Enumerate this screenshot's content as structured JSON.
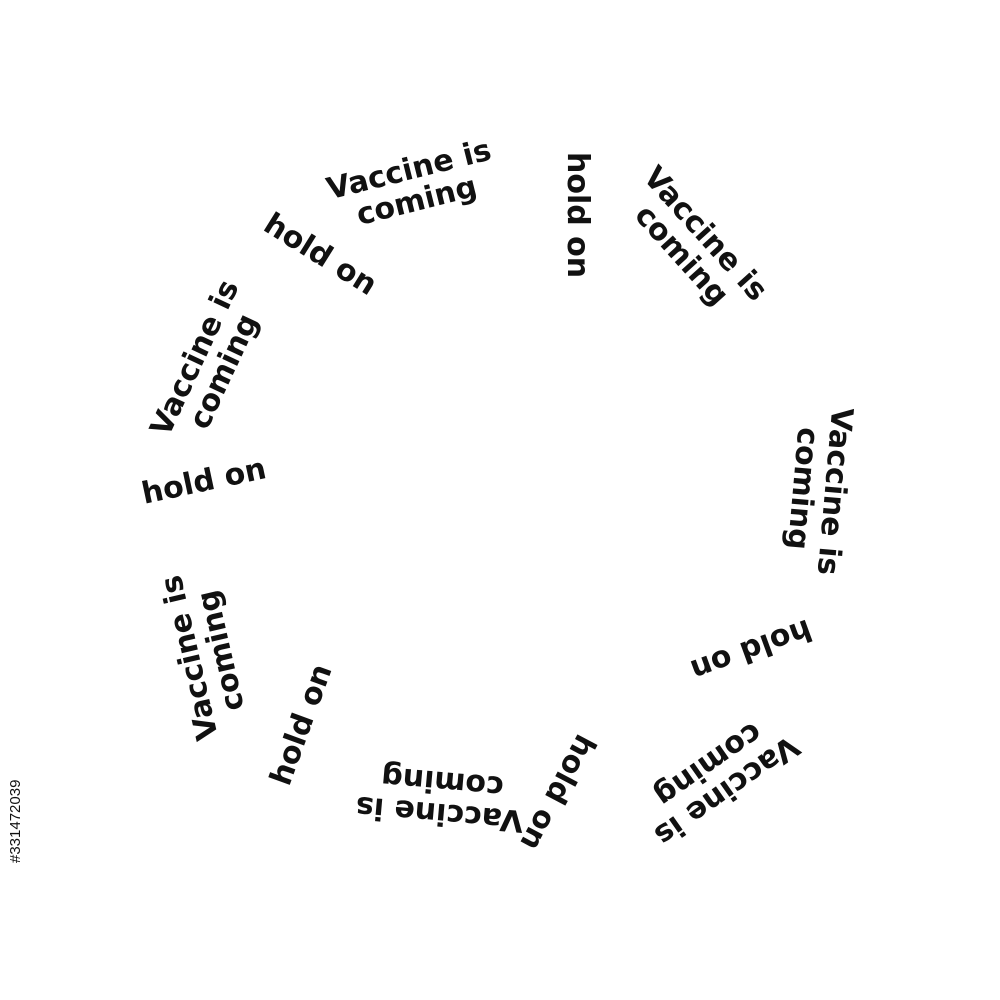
{
  "artwork": {
    "ink_color": "#111111",
    "background_color": "#ffffff",
    "phrases": [
      {
        "name": "vaccine-is-coming-1",
        "lines": [
          "Vaccine is",
          "coming"
        ]
      },
      {
        "name": "hold-on-1",
        "lines": [
          "hold on"
        ]
      },
      {
        "name": "vaccine-is-coming-2",
        "lines": [
          "Vaccine is",
          "coming"
        ]
      },
      {
        "name": "hold-on-2",
        "lines": [
          "hold on"
        ]
      },
      {
        "name": "vaccine-is-coming-3",
        "lines": [
          "Vaccine is",
          "coming"
        ]
      },
      {
        "name": "hold-on-3",
        "lines": [
          "hold on"
        ]
      },
      {
        "name": "vaccine-is-coming-4",
        "lines": [
          "Vaccine is",
          "coming"
        ]
      },
      {
        "name": "hold-on-4",
        "lines": [
          "hold on"
        ]
      },
      {
        "name": "vaccine-is-coming-5",
        "lines": [
          "Vaccine is",
          "coming"
        ]
      },
      {
        "name": "hold-on-5",
        "lines": [
          "hold on"
        ]
      },
      {
        "name": "vaccine-is-coming-6",
        "lines": [
          "Vaccine is",
          "coming"
        ]
      },
      {
        "name": "hold-on-6",
        "lines": [
          "hold on"
        ]
      }
    ]
  },
  "stock_id": "#331472039"
}
